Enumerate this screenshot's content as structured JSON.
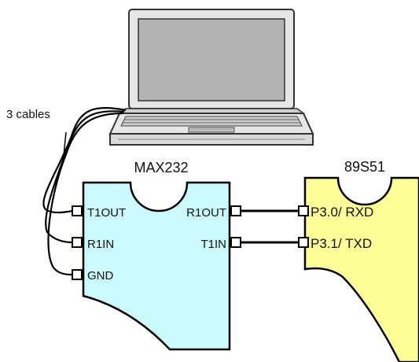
{
  "diagram": {
    "cable_label": "3 cables",
    "max232": {
      "title": "MAX232",
      "fill": "#ccf9fb",
      "pins_left": [
        "T1OUT",
        "R1IN",
        "GND"
      ],
      "pins_right": [
        "R1OUT",
        "T1IN"
      ]
    },
    "mcu": {
      "title": "89S51",
      "fill": "#ffff99",
      "pins_left": [
        "P3.0/ RXD",
        "P3.1/ TXD"
      ]
    },
    "laptop": {
      "body_fill": "#e6e6e6",
      "screen_fill": "#b3b3b3",
      "outline": "#333333",
      "icon": "laptop-icon"
    }
  }
}
